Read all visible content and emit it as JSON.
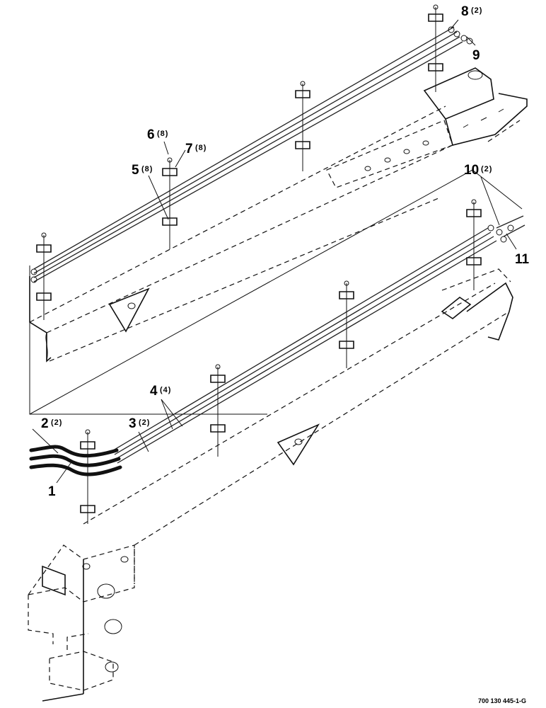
{
  "callouts": [
    {
      "id": "8",
      "num": "8",
      "qty": "(2)"
    },
    {
      "id": "9",
      "num": "9",
      "qty": ""
    },
    {
      "id": "6",
      "num": "6",
      "qty": "(8)"
    },
    {
      "id": "7",
      "num": "7",
      "qty": "(8)"
    },
    {
      "id": "5",
      "num": "5",
      "qty": "(8)"
    },
    {
      "id": "10",
      "num": "10",
      "qty": "(2)"
    },
    {
      "id": "11",
      "num": "11",
      "qty": ""
    },
    {
      "id": "4",
      "num": "4",
      "qty": "(4)"
    },
    {
      "id": "3",
      "num": "3",
      "qty": "(2)"
    },
    {
      "id": "2",
      "num": "2",
      "qty": "(2)"
    },
    {
      "id": "1",
      "num": "1",
      "qty": ""
    }
  ],
  "drawing_number": "700 130 445-1-G"
}
